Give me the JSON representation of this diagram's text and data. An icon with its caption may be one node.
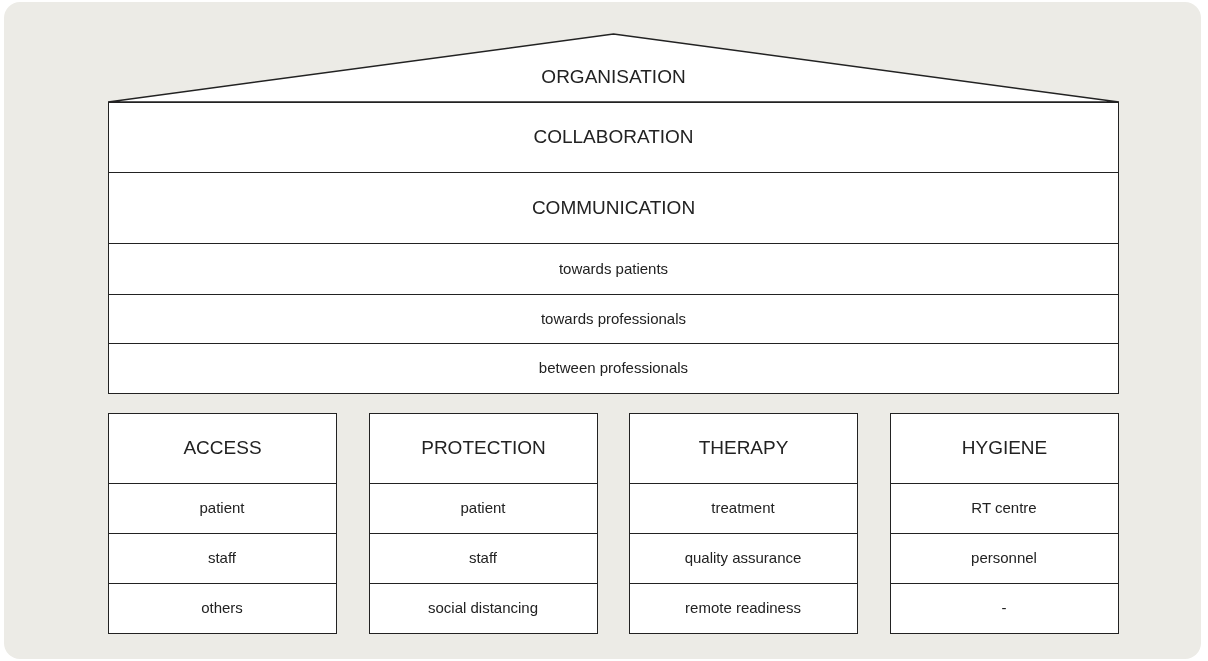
{
  "diagram": {
    "nodes": [
      {
        "text": [
          "ORGANISATION"
        ]
      },
      {
        "text": [
          "COLLABORATION"
        ]
      },
      {
        "text": [
          "COMMUNICATION"
        ]
      },
      {
        "text": [
          "towards patients"
        ]
      },
      {
        "text": [
          "towards professionals"
        ]
      },
      {
        "text": [
          "between professionals"
        ]
      },
      {
        "text": [
          "ACCESS"
        ]
      },
      {
        "text": [
          "patient"
        ],
        "in": 6
      },
      {
        "text": [
          "staff"
        ],
        "in": 6
      },
      {
        "text": [
          "others"
        ],
        "in": 6
      },
      {
        "text": [
          "PROTECTION"
        ]
      },
      {
        "text": [
          "patient"
        ],
        "in": 10
      },
      {
        "text": [
          "staff"
        ],
        "in": 10
      },
      {
        "text": [
          "social distancing"
        ],
        "in": 10
      },
      {
        "text": [
          "THERAPY"
        ]
      },
      {
        "text": [
          "treatment"
        ],
        "in": 14
      },
      {
        "text": [
          "quality assurance"
        ],
        "in": 14
      },
      {
        "text": [
          "remote readiness"
        ],
        "in": 14
      },
      {
        "text": [
          "HYGIENE"
        ]
      },
      {
        "text": [
          "RT centre"
        ],
        "in": 18
      },
      {
        "text": [
          "personnel"
        ],
        "in": 18
      },
      {
        "text": [
          "-"
        ],
        "in": 18
      }
    ]
  }
}
